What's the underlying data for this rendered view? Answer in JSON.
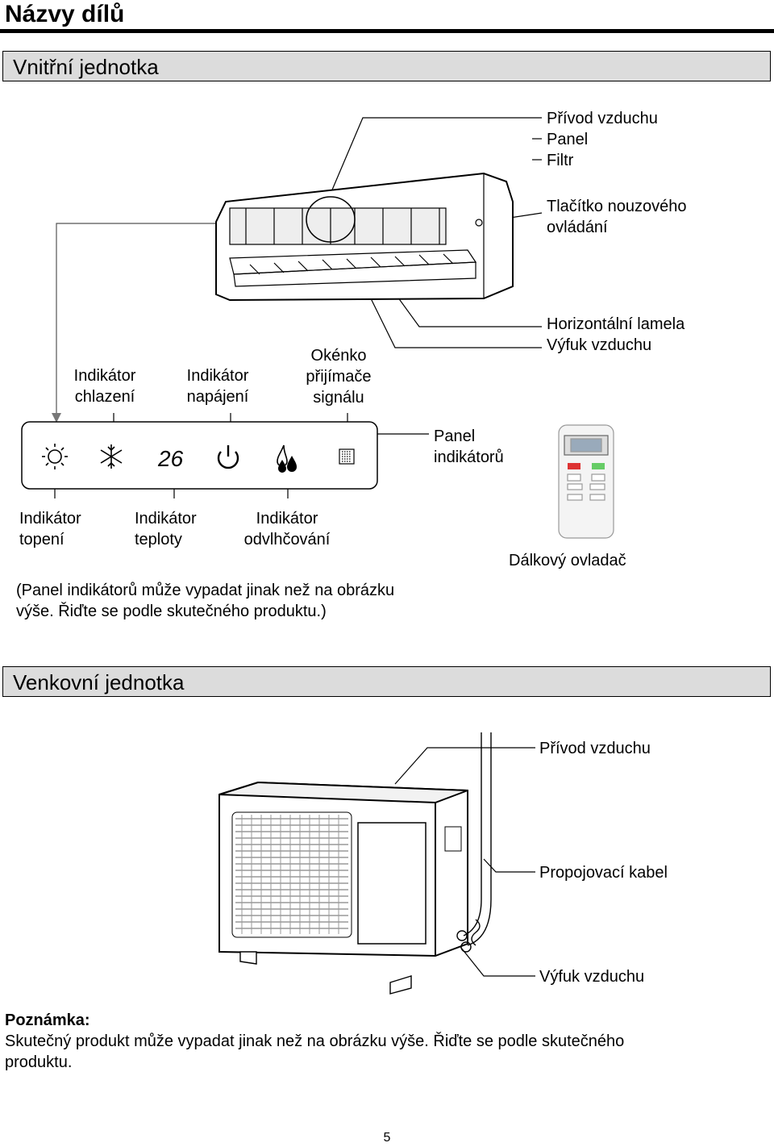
{
  "page": {
    "title": "Názvy dílů",
    "page_number": "5"
  },
  "indoor": {
    "heading": "Vnitřní jednotka",
    "labels": {
      "air_intake": "Přívod vzduchu",
      "panel": "Panel",
      "filter": "Filtr",
      "emergency_button_line1": "Tlačítko nouzového",
      "emergency_button_line2": "ovládání",
      "horizontal_louver": "Horizontální lamela",
      "air_outlet": "Výfuk vzduchu",
      "cooling_ind_line1": "Indikátor",
      "cooling_ind_line2": "chlazení",
      "power_ind_line1": "Indikátor",
      "power_ind_line2": "napájení",
      "receiver_line1": "Okénko",
      "receiver_line2": "přijímače",
      "receiver_line3": "signálu",
      "indicator_panel_line1": "Panel",
      "indicator_panel_line2": "indikátorů",
      "heating_ind_line1": "Indikátor",
      "heating_ind_line2": "topení",
      "temp_ind_line1": "Indikátor",
      "temp_ind_line2": "teploty",
      "dehum_ind_line1": "Indikátor",
      "dehum_ind_line2": "odvlhčování",
      "remote": "Dálkový ovladač"
    },
    "display_value": "26",
    "note_line1": "(Panel indikátorů může vypadat jinak než na obrázku",
    "note_line2": "výše. Řiďte se podle skutečného produktu.)"
  },
  "outdoor": {
    "heading": "Venkovní jednotka",
    "labels": {
      "air_intake": "Přívod vzduchu",
      "cable": "Propojovací kabel",
      "air_outlet": "Výfuk vzduchu"
    }
  },
  "footnote": {
    "heading": "Poznámka:",
    "line1": "Skutečný produkt může vypadat jinak než na obrázku výše. Řiďte se podle skutečného",
    "line2": "produktu."
  },
  "icons": [
    "sun-icon",
    "snowflake-icon",
    "power-icon",
    "droplets-icon",
    "receiver-grid-icon"
  ]
}
